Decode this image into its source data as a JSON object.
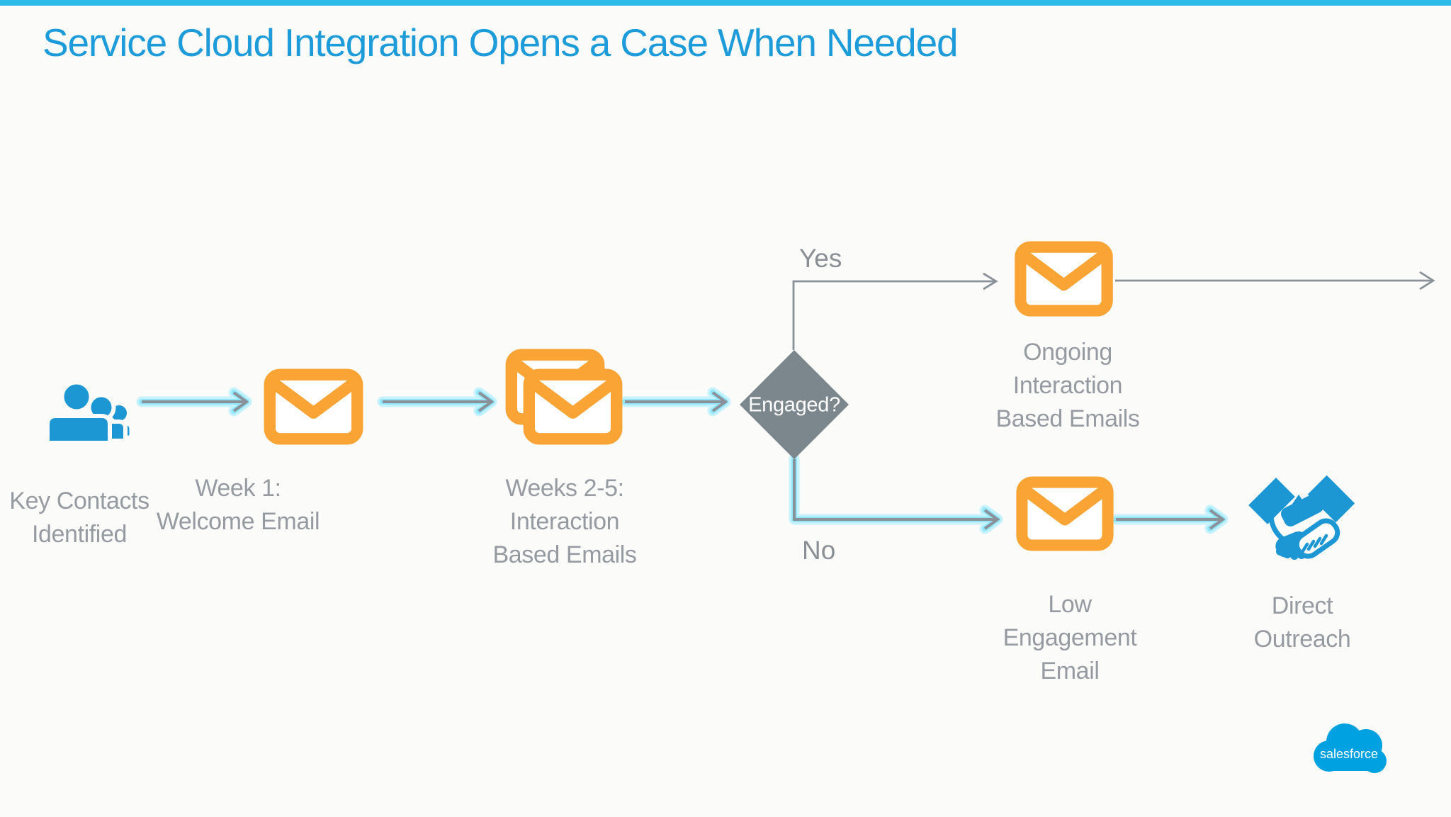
{
  "slide": {
    "title": "Service Cloud Integration Opens a Case When Needed",
    "title_color": "#1E9CD9",
    "accent_bar_color": "#2CBAE8",
    "background_color": "#FBFBFA"
  },
  "flow": {
    "nodes": {
      "key_contacts": {
        "label": "Key Contacts\nIdentified",
        "icon": "people-group-icon"
      },
      "week1": {
        "label": "Week 1:\nWelcome Email",
        "icon": "envelope-icon"
      },
      "weeks25": {
        "label": "Weeks 2-5:\nInteraction\nBased Emails",
        "icon": "envelope-stack-icon"
      },
      "decision": {
        "label": "Engaged?",
        "shape": "diamond"
      },
      "ongoing": {
        "label": "Ongoing\nInteraction\nBased Emails",
        "icon": "envelope-icon"
      },
      "low": {
        "label": "Low\nEngagement\nEmail",
        "icon": "envelope-icon"
      },
      "direct": {
        "label": "Direct\nOutreach",
        "icon": "handshake-icon"
      }
    },
    "branches": {
      "yes": "Yes",
      "no": "No"
    },
    "colors": {
      "envelope_orange": "#F9A434",
      "icon_blue": "#1D96D4",
      "line_gray": "#8A9199",
      "glow_cyan": "#8CE4FB",
      "diamond_gray": "#7C868D",
      "label_gray": "#959BA1"
    }
  },
  "footer": {
    "logo_text": "salesforce",
    "logo_color": "#00A1E0"
  }
}
